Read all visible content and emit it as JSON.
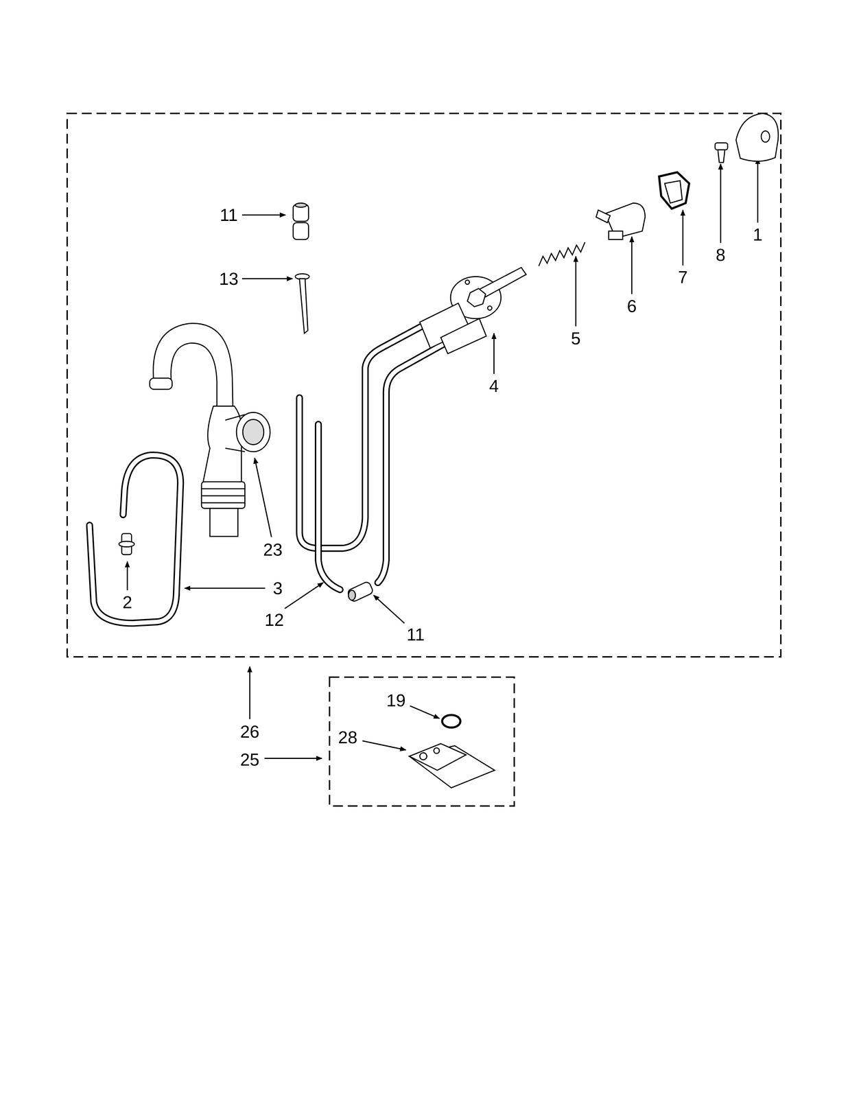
{
  "diagram": {
    "labels": [
      "11",
      "1",
      "8",
      "7",
      "13",
      "6",
      "5",
      "4",
      "23",
      "3",
      "2",
      "12",
      "11",
      "19",
      "26",
      "28",
      "25"
    ]
  }
}
